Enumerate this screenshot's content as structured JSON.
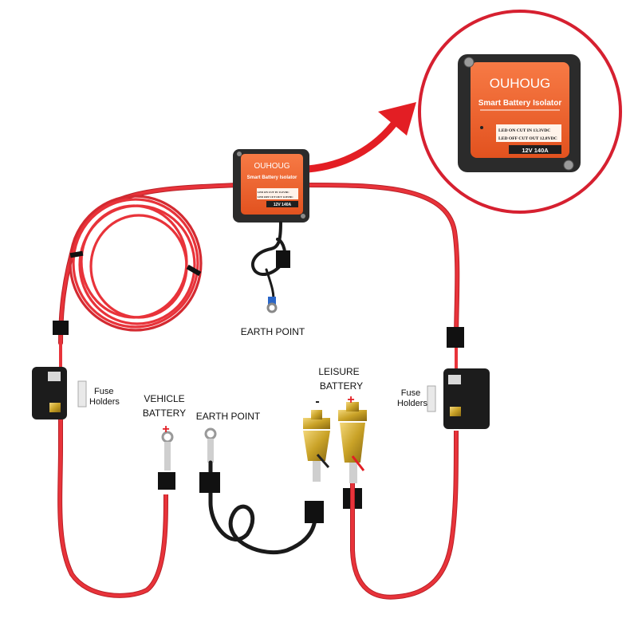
{
  "product": {
    "brand": "OUHOUG",
    "name": "Smart Battery Isolator",
    "led_on": "LED ON CUT IN 13.3VDC",
    "led_off": "LED OFF CUT OUT 12.8VDC",
    "rating": "12V 140A"
  },
  "labels": {
    "earth_point_top": "EARTH POINT",
    "earth_point_bottom": "EARTH POINT",
    "fuse_left": [
      "Fuse",
      "Holders"
    ],
    "fuse_right": [
      "Fuse",
      "Holders"
    ],
    "vehicle_battery": [
      "VEHICLE",
      "BATTERY"
    ],
    "leisure_battery": [
      "LEISURE",
      "BATTERY"
    ],
    "minus": "-",
    "plus": "+"
  },
  "colors": {
    "red_cable": "#e8333a",
    "black_cable": "#1a1a1a",
    "orange_panel": "#f0622d",
    "callout_ring": "#d62030",
    "arrow": "#e31e24",
    "brass": "#c9a227",
    "plus_sign": "#e31e24"
  }
}
